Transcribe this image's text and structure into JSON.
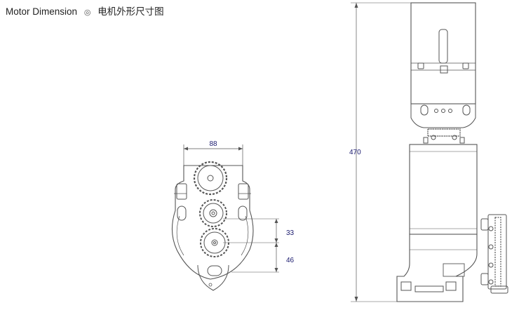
{
  "header": {
    "title_en": "Motor Dimension",
    "separator": "◎",
    "title_cn": "电机外形尺寸图"
  },
  "dimensions": {
    "width": "88",
    "upper_offset": "33",
    "lower_offset": "46",
    "total_height": "470"
  },
  "colors": {
    "line": "#555555",
    "dimension_text": "#1a1a6e"
  }
}
